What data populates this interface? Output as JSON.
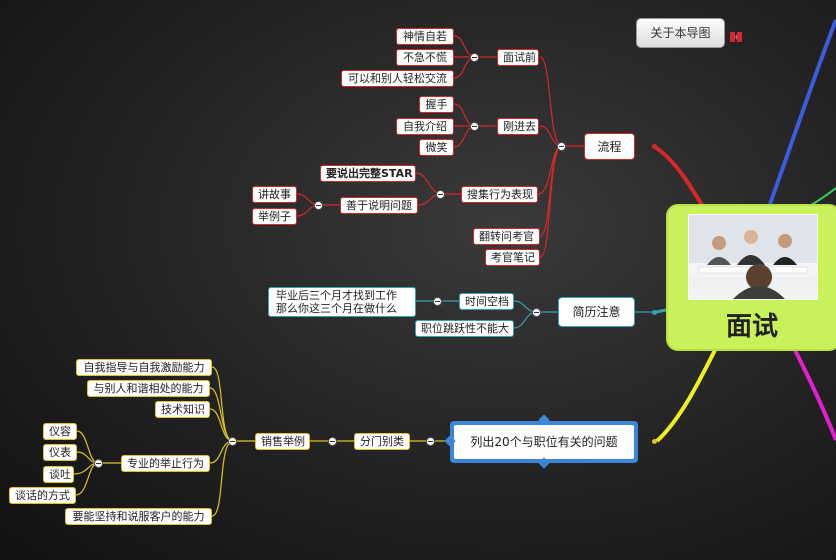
{
  "colors": {
    "red": "#d8272b",
    "teal": "#3a9fae",
    "yellow": "#e1c21d",
    "blue": "#3b86d8",
    "green": "#2fd35a",
    "magenta": "#e51ed4",
    "central_fill": "#c9f25a"
  },
  "about_button": {
    "label": "关于本导图",
    "icon": "mindmap-app-icon"
  },
  "central": {
    "title": "面试",
    "image": "interview-photo"
  },
  "branches": {
    "process": {
      "label": "流程",
      "before": {
        "label": "面试前",
        "items": [
          "神情自若",
          "不急不慌",
          "可以和别人轻松交流"
        ]
      },
      "entering": {
        "label": "刚进去",
        "items": [
          "握手",
          "自我介绍",
          "微笑"
        ]
      },
      "behavior": {
        "label": "搜集行为表现",
        "star": "要说出完整STAR",
        "explain": {
          "label": "善于说明问题",
          "items": [
            "讲故事",
            "举例子"
          ]
        }
      },
      "turn": "翻转问考官",
      "notes": "考官笔记"
    },
    "resume": {
      "label": "简历注意",
      "gap": {
        "label": "时间空档",
        "question": "毕业后三个月才找到工作\n那么你这三个月在做什么"
      },
      "jobhop": "职位跳跃性不能大"
    },
    "questions": {
      "label": "列出20个与职位有关的问题",
      "category": "分门别类",
      "sales": {
        "label": "销售举例",
        "items": [
          "自我指导与自我激励能力",
          "与别人和谐相处的能力",
          "技术知识"
        ],
        "conduct": {
          "label": "专业的举止行为",
          "items": [
            "仪容",
            "仪表",
            "谈吐",
            "谈话的方式"
          ]
        },
        "persuade": "要能坚持和说服客户的能力"
      }
    }
  }
}
